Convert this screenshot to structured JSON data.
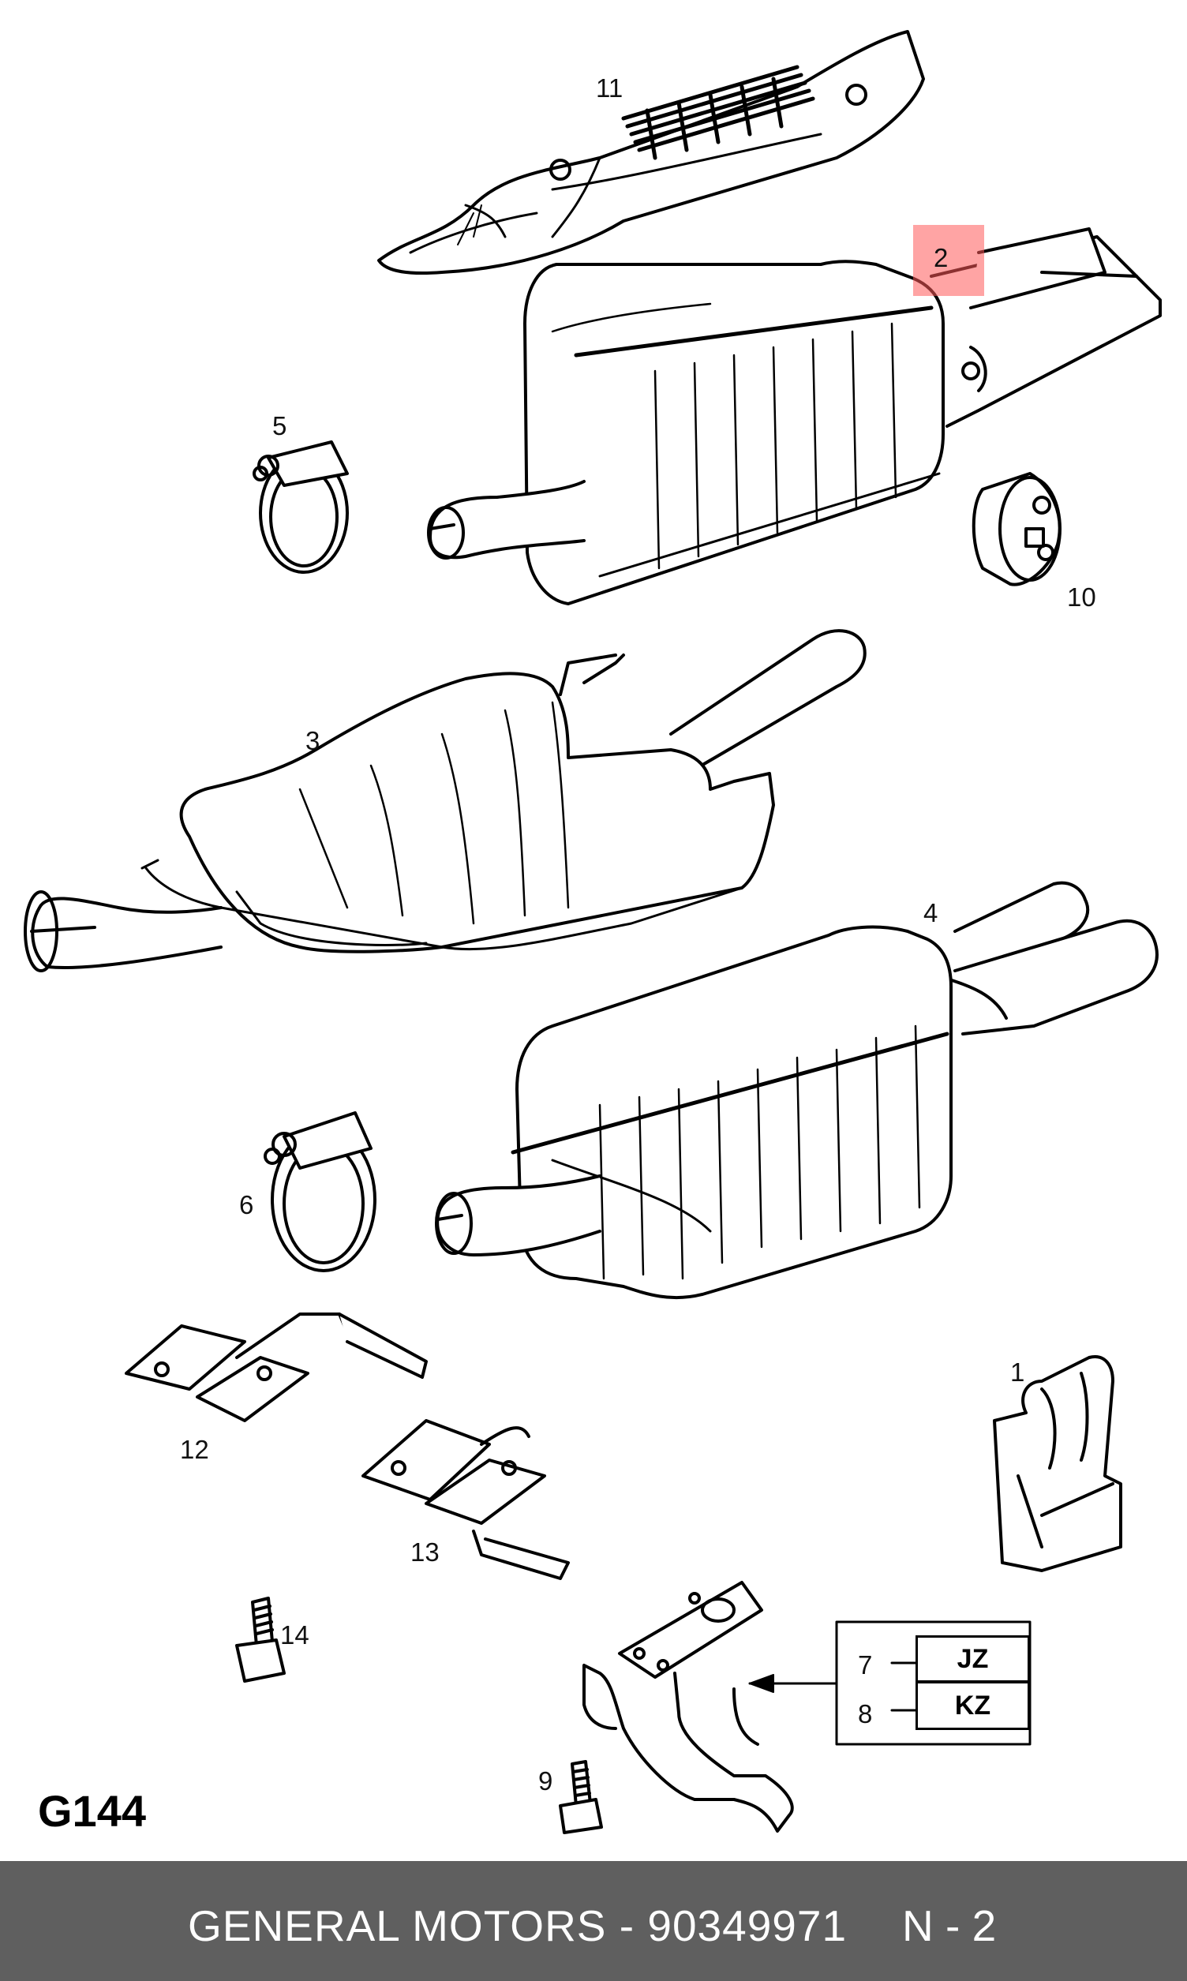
{
  "diagram": {
    "code": "G144",
    "highlighted_part": "2",
    "part_labels": [
      "1",
      "2",
      "3",
      "4",
      "5",
      "6",
      "7",
      "8",
      "9",
      "10",
      "11",
      "12",
      "13",
      "14"
    ],
    "variant_codes": [
      "JZ",
      "KZ"
    ]
  },
  "footer": {
    "manufacturer_part": "GENERAL MOTORS - 90349971",
    "page": "N - 2"
  },
  "colors": {
    "highlight": "#ff5a5a",
    "footer_bg": "#5f5f5f",
    "line": "#000000"
  }
}
